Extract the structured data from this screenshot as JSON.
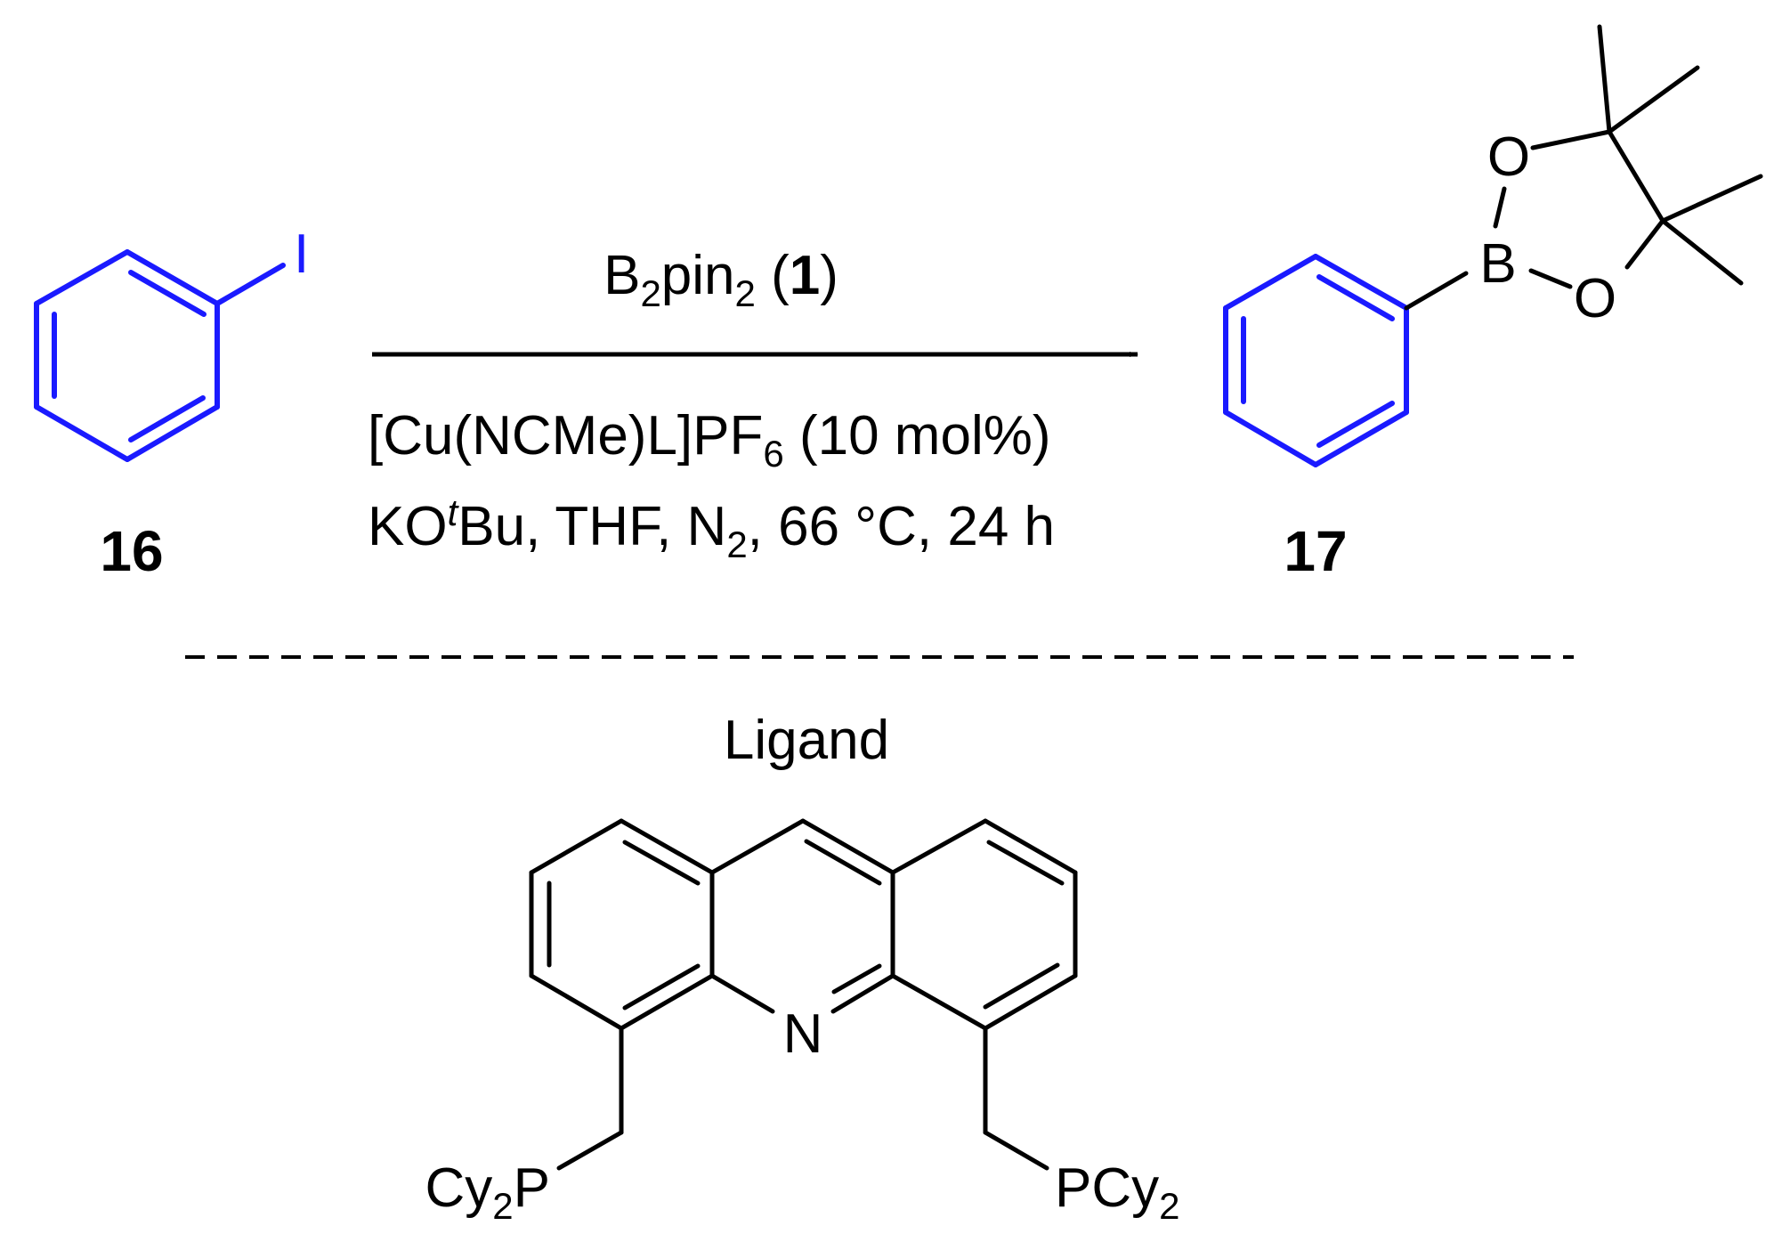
{
  "colors": {
    "highlight": "#1a1aff",
    "ink": "#000000"
  },
  "reactant": {
    "atom_label": "I",
    "compound_number": "16"
  },
  "product": {
    "atom_labels": {
      "boron": "B",
      "oxygen_top": "O",
      "oxygen_bottom": "O"
    },
    "compound_number": "17"
  },
  "conditions": {
    "above": {
      "reagent": "B",
      "sub1": "2",
      "text1": "pin",
      "sub2": "2",
      "open": " (",
      "bold": "1",
      "close": ")"
    },
    "line1": {
      "part1": "[Cu(NCMe)L]PF",
      "sub": "6",
      "part2": " (10 mol%)"
    },
    "line2": {
      "part1": "KO",
      "sup": "t",
      "part2": "Bu, THF, N",
      "sub": "2",
      "part3": ", 66 °C, 24 h"
    }
  },
  "ligand": {
    "heading": "Ligand",
    "n_label": "N",
    "left_group": {
      "part1": "Cy",
      "sub": "2",
      "part2": "P"
    },
    "right_group": {
      "part1": "PCy",
      "sub": "2"
    }
  }
}
